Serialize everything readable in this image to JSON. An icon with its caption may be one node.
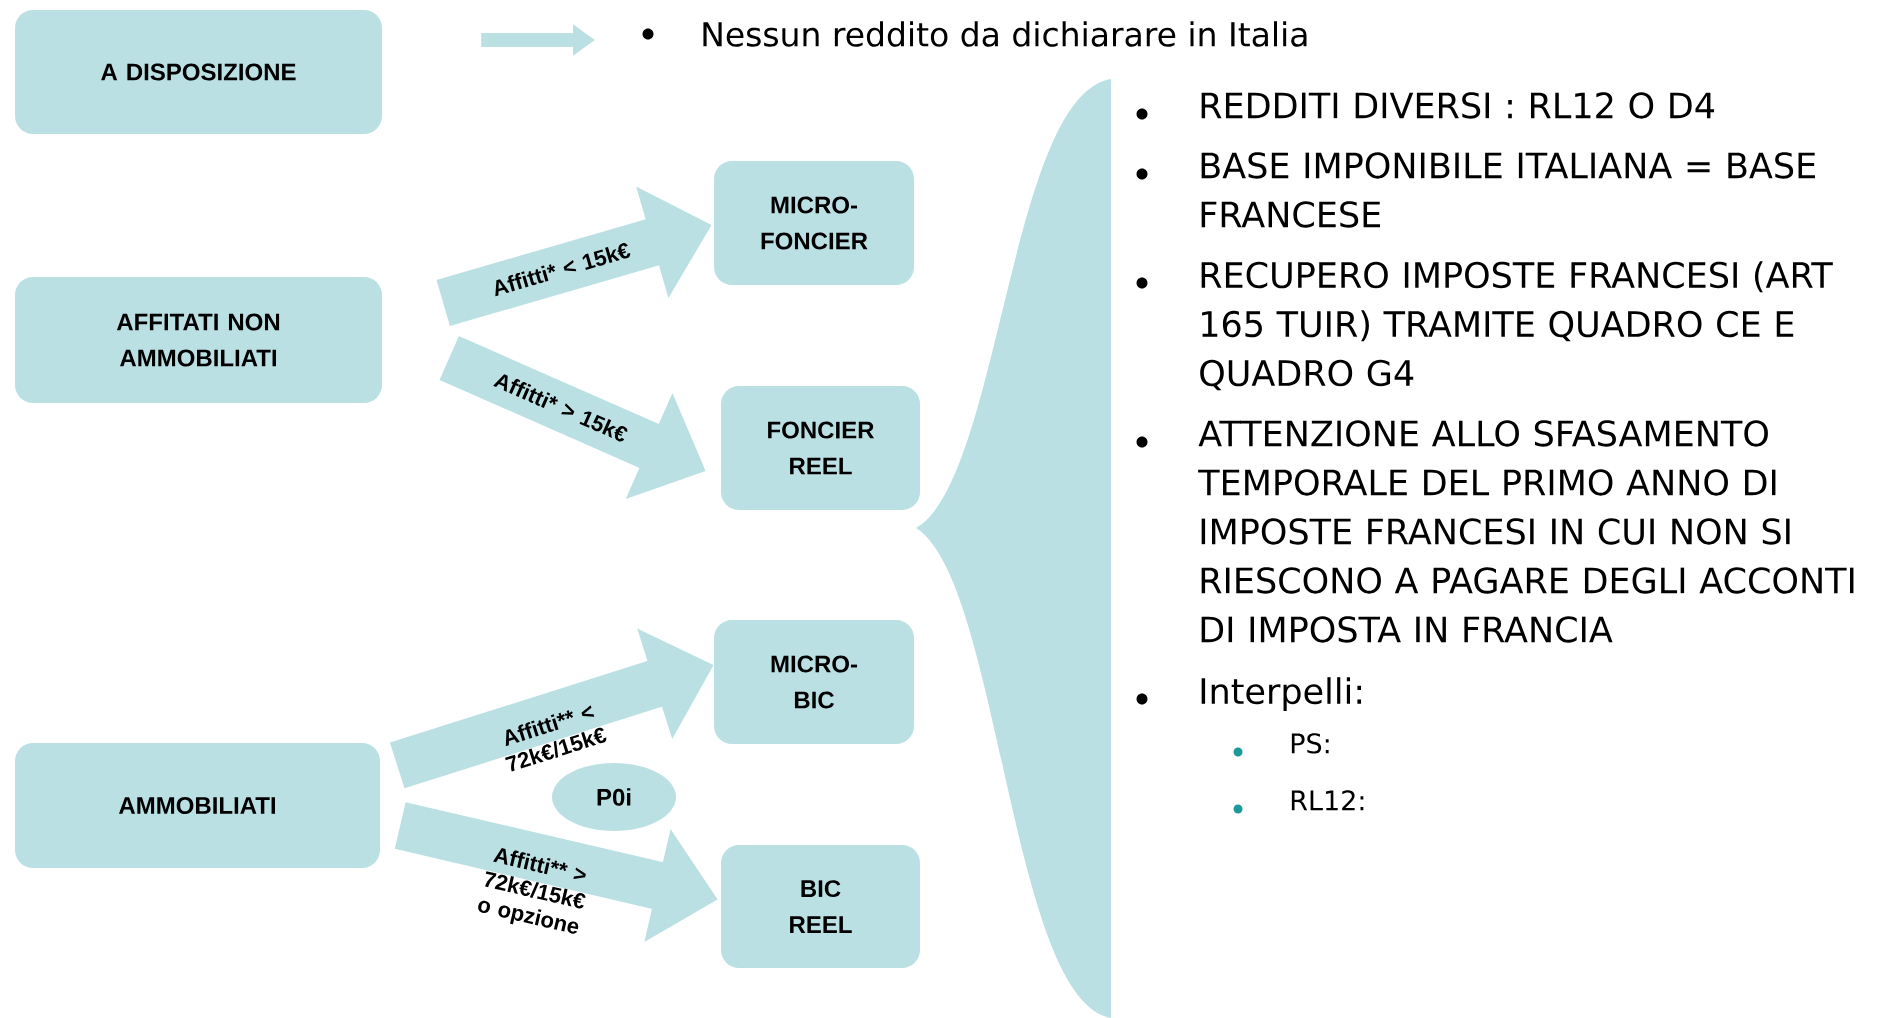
{
  "diagram": {
    "nodes": [
      {
        "text": [
          "A DISPOSIZIONE"
        ]
      },
      {
        "text": [
          "AFFITATI NON AMMOBILIATI"
        ]
      },
      {
        "text": [
          "MICRO-FONCIER"
        ]
      },
      {
        "text": [
          "FONCIER REEL"
        ]
      },
      {
        "text": [
          "AMMOBILIATI"
        ]
      },
      {
        "text": [
          "MICRO-BIC"
        ]
      },
      {
        "text": [
          "P0i"
        ]
      },
      {
        "text": [
          "BIC REEL"
        ]
      },
      {
        "text": [
          "Nessun reddito da dichiarare in Italia"
        ]
      },
      {
        "text": [],
        "shape": "brace"
      }
    ],
    "edges": [
      {
        "from": 0,
        "to": 8,
        "arrow": "to"
      },
      {
        "from": 1,
        "to": 2,
        "arrow": "to",
        "label": "Affitti*  < 15k€"
      },
      {
        "from": 1,
        "to": 3,
        "arrow": "to",
        "label": "Affitti*  > 15k€"
      },
      {
        "from": 4,
        "to": 5,
        "arrow": "to",
        "label": "Affitti**  < 72k€/15k€"
      },
      {
        "from": 4,
        "to": 7,
        "arrow": "to",
        "label": "Affitti**  > 72k€/15k€ o opzione"
      }
    ],
    "labels": [
      "REDDITI DIVERSI : RL12 O D4",
      "BASE IMPONIBILE ITALIANA = BASE FRANCESE",
      "RECUPERO IMPOSTE FRANCESI (ART 165 TUIR) TRAMITE QUADRO CE E QUADRO G4",
      "ATTENZIONE ALLO SFASAMENTO TEMPORALE DEL PRIMO ANNO  DI IMPOSTE FRANCESI IN CUI NON SI RIESCONO A PAGARE DEGLI ACCONTI DI IMPOSTA IN FRANCIA",
      "Interpelli:",
      "PS:",
      "RL12:"
    ]
  }
}
